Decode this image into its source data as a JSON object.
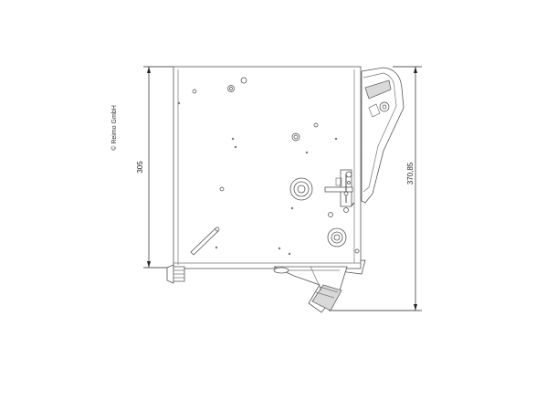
{
  "copyright": "© Reimo GmbH",
  "dimensions": {
    "height_label": "305",
    "total_height_label": "370,85"
  }
}
